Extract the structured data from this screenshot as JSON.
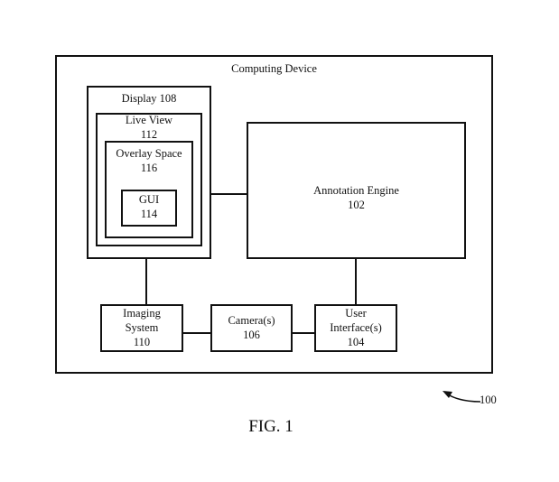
{
  "diagram": {
    "computing_device": {
      "label": "Computing Device"
    },
    "display": {
      "label": "Display 108"
    },
    "live_view": {
      "label": "Live View",
      "ref": "112"
    },
    "overlay_space": {
      "label": "Overlay Space",
      "ref": "116"
    },
    "gui": {
      "label": "GUI",
      "ref": "114"
    },
    "annotation_engine": {
      "label": "Annotation Engine",
      "ref": "102"
    },
    "imaging_system": {
      "label_line1": "Imaging",
      "label_line2": "System",
      "ref": "110"
    },
    "cameras": {
      "label": "Camera(s)",
      "ref": "106"
    },
    "user_interfaces": {
      "label_line1": "User",
      "label_line2": "Interface(s)",
      "ref": "104"
    },
    "figure_ref": "100",
    "figure_caption": "FIG. 1",
    "connections": [
      [
        "display",
        "annotation_engine"
      ],
      [
        "display",
        "imaging_system"
      ],
      [
        "annotation_engine",
        "user_interfaces"
      ],
      [
        "imaging_system",
        "cameras"
      ],
      [
        "cameras",
        "user_interfaces"
      ]
    ]
  }
}
